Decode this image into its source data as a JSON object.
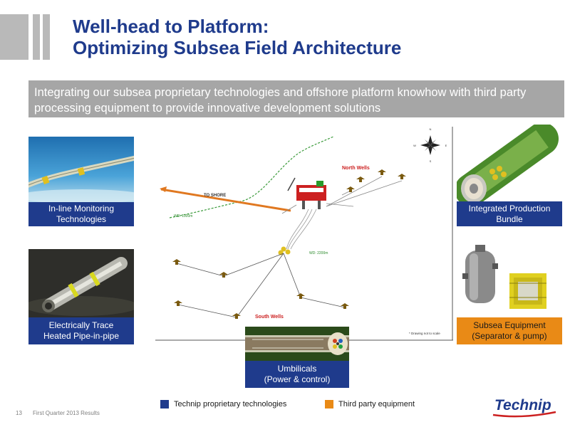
{
  "title": {
    "line1": "Well-head to Platform:",
    "line2": "Optimizing Subsea Field Architecture"
  },
  "banner": "Integrating our subsea proprietary technologies and offshore platform knowhow with third party processing equipment to provide innovative development solutions",
  "boxes": {
    "inline_monitoring": {
      "line1": "In-line Monitoring",
      "line2": "Technologies"
    },
    "trace_heated": {
      "line1": "Electrically Trace",
      "line2": "Heated Pipe-in-pipe"
    },
    "umbilicals": {
      "line1": "Umbilicals",
      "line2": "(Power & control)"
    },
    "integrated_bundle": {
      "line1": "Integrated Production",
      "line2": "Bundle"
    },
    "subsea_equipment": {
      "line1": "Subsea Equipment",
      "line2": "(Separator & pump)"
    }
  },
  "diagram": {
    "to_shore": "TO SHORE",
    "wd_1000": "WD: 1000m",
    "wd_2200": "WD: 2200m",
    "north_wells": "North Wells",
    "south_wells": "South Wells",
    "note": "* Drawing not to scale",
    "compass": {
      "n": "N",
      "s": "S",
      "e": "E",
      "w": "W"
    }
  },
  "legend": {
    "proprietary": "Technip proprietary technologies",
    "third_party": "Third party equipment",
    "colors": {
      "proprietary": "#1f3b8c",
      "third_party": "#e98a16"
    }
  },
  "footer": {
    "page_number": "13",
    "text": "First Quarter 2013 Results"
  },
  "logo_text": "Technip"
}
